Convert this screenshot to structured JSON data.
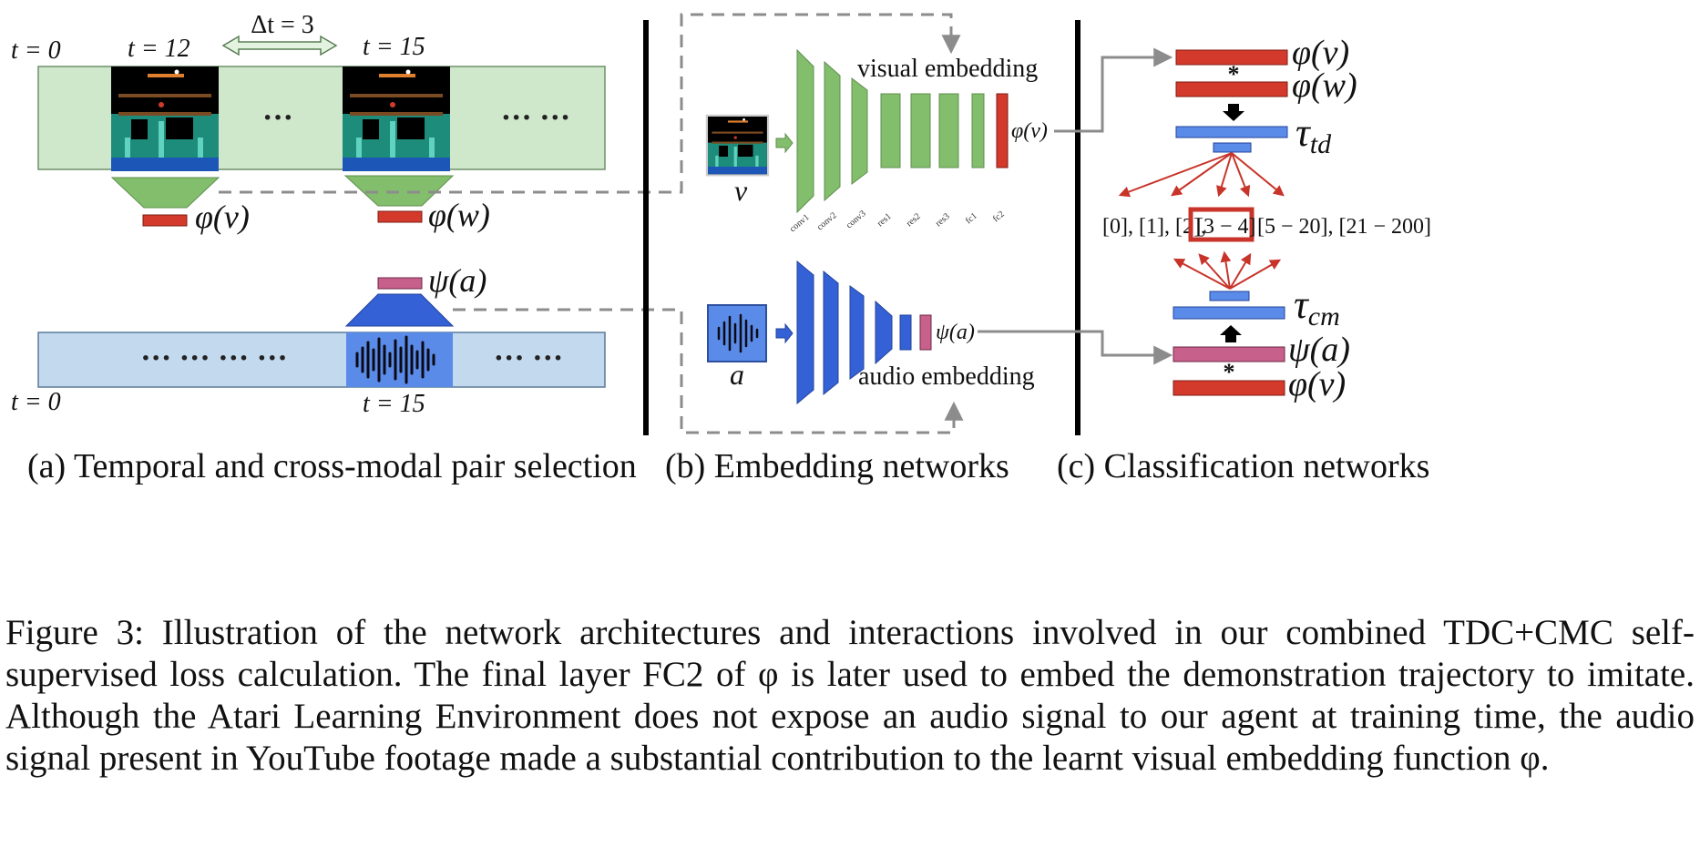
{
  "panel_a": {
    "t0_top": "t = 0",
    "t12": "t = 12",
    "dt": "Δt = 3",
    "t15_top": "t = 15",
    "dots_mid": "···",
    "dots_right": "··· ···",
    "phi_v": "φ(v)",
    "phi_w": "φ(w)",
    "psi_a": "ψ(a)",
    "dots_audio_left": "··· ··· ··· ···",
    "dots_audio_right": "··· ···",
    "t0_bottom": "t = 0",
    "t15_bottom": "t = 15",
    "label": "(a) Temporal and cross-modal pair selection"
  },
  "panel_b": {
    "visual_embedding": "visual embedding",
    "audio_embedding": "audio embedding",
    "v": "v",
    "a": "a",
    "phi_v": "φ(v)",
    "psi_a": "ψ(a)",
    "layers": [
      "conv1",
      "conv2",
      "conv3",
      "res1",
      "res2",
      "res3",
      "fc1",
      "fc2"
    ],
    "label": "(b) Embedding networks"
  },
  "panel_c": {
    "phi_v_top": "φ(v)",
    "phi_w": "φ(w)",
    "tau_td": "τ",
    "tau_td_sub": "td",
    "bins_a": "[0], [1], [2],",
    "bins_highlight": "[3 − 4]",
    "bins_b": "[5 − 20], [21 − 200]",
    "tau_cm": "τ",
    "tau_cm_sub": "cm",
    "psi_a": "ψ(a)",
    "phi_v_bottom": "φ(v)",
    "star": "*",
    "label": "(c) Classification networks"
  },
  "caption": "Figure 3: Illustration of the network architectures and interactions involved in our combined TDC+CMC self-supervised loss calculation. The final layer FC2 of φ is later used to embed the demonstration trajectory to imitate. Although the Atari Learning Environment does not expose an audio signal to our agent at training time, the audio signal present in YouTube footage made a substantial contribution to the learnt visual embedding function φ.",
  "colors": {
    "green_light": "#cfe8cb",
    "green": "#82be6c",
    "blue_light": "#c3d9ee",
    "blue": "#3461d6",
    "blue_mid": "#5b8be8",
    "red": "#d33a2c",
    "pink": "#c7608b",
    "gray_dash": "#8c8c8c"
  }
}
